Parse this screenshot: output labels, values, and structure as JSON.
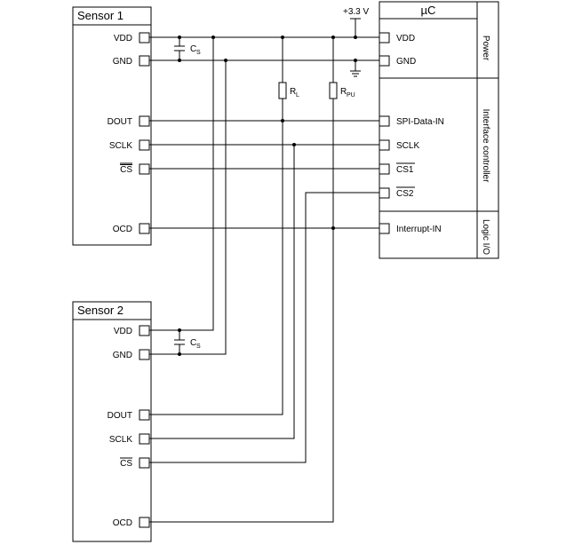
{
  "sensor1": {
    "title": "Sensor 1",
    "pins": {
      "vdd": "VDD",
      "gnd": "GND",
      "dout": "DOUT",
      "sclk": "SCLK",
      "cs": "CS",
      "ocd": "OCD"
    }
  },
  "sensor2": {
    "title": "Sensor 2",
    "pins": {
      "vdd": "VDD",
      "gnd": "GND",
      "dout": "DOUT",
      "sclk": "SCLK",
      "cs": "CS",
      "ocd": "OCD"
    }
  },
  "microcontroller": {
    "title": "µC",
    "pins": {
      "vdd": "VDD",
      "gnd": "GND",
      "spi_data_in": "SPI-Data-IN",
      "sclk": "SCLK",
      "cs1": "CS1",
      "cs2": "CS2",
      "interrupt_in": "Interrupt-IN"
    },
    "sections": {
      "power": "Power",
      "interface": "Interface controller",
      "logic": "Logic I/O"
    }
  },
  "supply": {
    "label": "+3.3 V"
  },
  "capacitor": {
    "main": "C",
    "sub": "S"
  },
  "resistor_load": {
    "main": "R",
    "sub": "L"
  },
  "resistor_pullup": {
    "main": "R",
    "sub": "PU"
  }
}
